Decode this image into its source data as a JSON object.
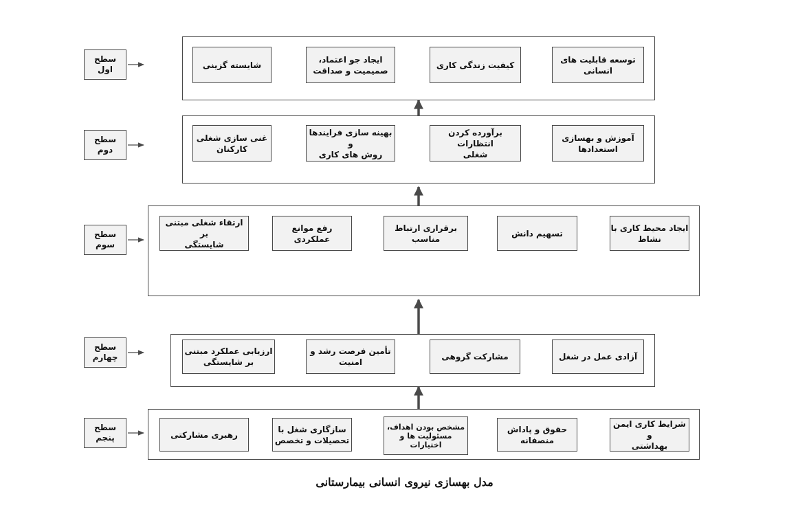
{
  "levels": [
    {
      "label_1": "سطح",
      "label_2": "اول",
      "nodes": [
        {
          "l1": "توسعه قابلیت های",
          "l2": "انسانی"
        },
        {
          "l1": "کیفیت زندگی کاری",
          "l2": ""
        },
        {
          "l1": "ایجاد جو اعتماد،",
          "l2": "صمیمیت و صداقت"
        },
        {
          "l1": "شایسته گزینی",
          "l2": ""
        }
      ]
    },
    {
      "label_1": "سطح",
      "label_2": "دوم",
      "nodes": [
        {
          "l1": "آموزش و بهسازی",
          "l2": "استعدادها"
        },
        {
          "l1": "برآورده کردن انتظارات",
          "l2": "شغلی"
        },
        {
          "l1": "بهینه سازی فرایندها و",
          "l2": "روش های کاری"
        },
        {
          "l1": "غنی سازی شغلی",
          "l2": "کارکنان"
        }
      ]
    },
    {
      "label_1": "سطح",
      "label_2": "سوم",
      "nodes": [
        {
          "l1": "ایجاد محیط کاری با",
          "l2": "نشاط"
        },
        {
          "l1": "تسهیم دانش",
          "l2": ""
        },
        {
          "l1": "برقراری ارتباط",
          "l2": "مناسب"
        },
        {
          "l1": "رفع موانع عملکردی",
          "l2": ""
        },
        {
          "l1": "ارتقاء شغلی مبتنی بر",
          "l2": "شایستگی"
        }
      ]
    },
    {
      "label_1": "سطح",
      "label_2": "چهارم",
      "nodes": [
        {
          "l1": "آزادی عمل در شغل",
          "l2": ""
        },
        {
          "l1": "مشارکت گروهی",
          "l2": ""
        },
        {
          "l1": "تأمین فرصت رشد و",
          "l2": "امنیت"
        },
        {
          "l1": "ارزیابی عملکرد مبتنی",
          "l2": "بر شایستگی"
        }
      ]
    },
    {
      "label_1": "سطح",
      "label_2": "پنجم",
      "nodes": [
        {
          "l1": "شرایط کاری ایمن و",
          "l2": "بهداشتی",
          "l3": ""
        },
        {
          "l1": "حقوق و پاداش",
          "l2": "منصفانه",
          "l3": ""
        },
        {
          "l1": "مشخص بودن اهداف،",
          "l2": "مسئولیت ها و",
          "l3": "اختیارات"
        },
        {
          "l1": "سازگاری شغل با",
          "l2": "تحصیلات و تخصص",
          "l3": ""
        },
        {
          "l1": "رهبری مشارکتی",
          "l2": "",
          "l3": ""
        }
      ]
    }
  ],
  "caption": "مدل بهسازی نیروی انسانی بیمارستانی",
  "colors": {
    "stroke": "#4a4a4a",
    "node_fill": "#f2f2f2",
    "background": "#ffffff"
  }
}
